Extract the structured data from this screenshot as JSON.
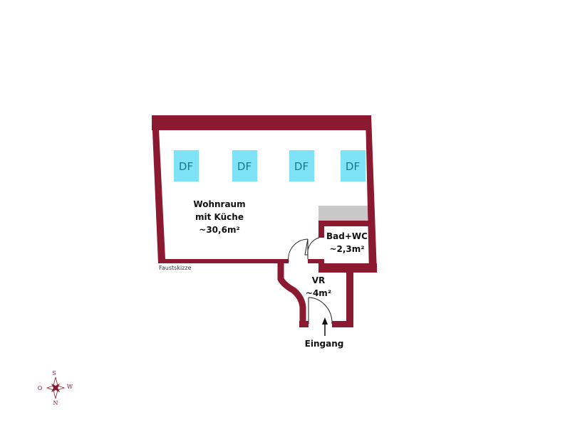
{
  "colors": {
    "wall": "#8b1a30",
    "skylight": "#7fe3f7",
    "fixture": "#c8c8c8"
  },
  "skylights": [
    "DF",
    "DF",
    "DF",
    "DF"
  ],
  "rooms": {
    "living": {
      "name": "Wohnraum",
      "sub": "mit Küche",
      "area": "~30,6m²"
    },
    "bath": {
      "name": "Bad+WC",
      "area": "~2,3m²"
    },
    "hall": {
      "name": "VR",
      "area": "~4m²"
    }
  },
  "entrance": "Eingang",
  "note": "Faustskizze",
  "compass": {
    "n": "N",
    "s": "S",
    "e": "O",
    "w": "W"
  }
}
